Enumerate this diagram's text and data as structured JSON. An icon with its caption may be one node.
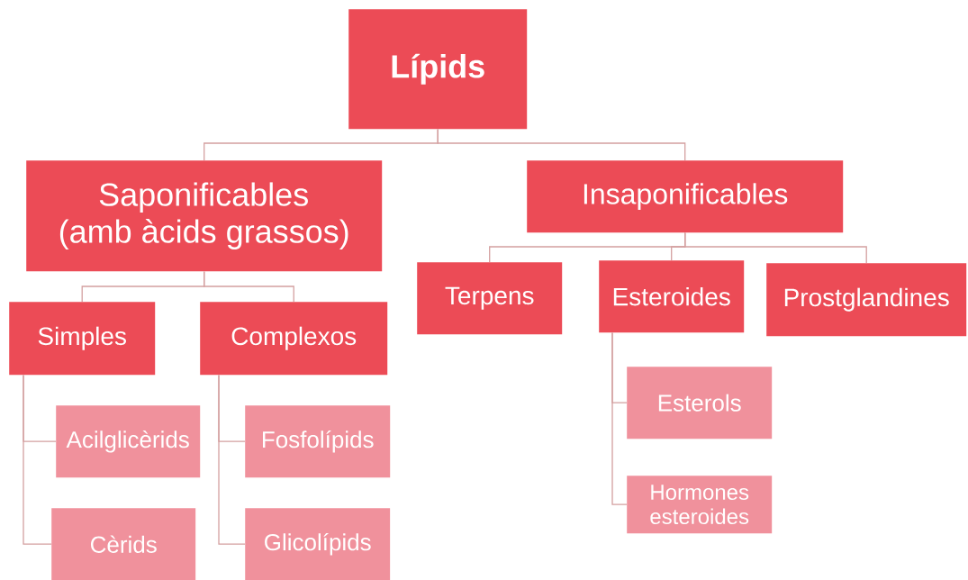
{
  "diagram": {
    "nodes": [
      {
        "text": [
          "Lípids"
        ]
      },
      {
        "text": [
          "Saponificables (amb àcids grassos)"
        ]
      },
      {
        "text": [
          "Insaponificables"
        ]
      },
      {
        "text": [
          "Simples"
        ]
      },
      {
        "text": [
          "Complexos"
        ]
      },
      {
        "text": [
          "Acilglicèrids"
        ]
      },
      {
        "text": [
          "Cèrids"
        ]
      },
      {
        "text": [
          "Fosfolípids"
        ]
      },
      {
        "text": [
          "Glicolípids"
        ]
      },
      {
        "text": [
          "Terpens"
        ]
      },
      {
        "text": [
          "Esteroides"
        ]
      },
      {
        "text": [
          "Prostglandines"
        ]
      },
      {
        "text": [
          "Esterols"
        ]
      },
      {
        "text": [
          "Hormones esteroides"
        ]
      }
    ],
    "edges": [
      {
        "from": 0,
        "to": 1,
        "arrow": "none"
      },
      {
        "from": 0,
        "to": 2,
        "arrow": "none"
      },
      {
        "from": 1,
        "to": 3,
        "arrow": "none"
      },
      {
        "from": 1,
        "to": 4,
        "arrow": "none"
      },
      {
        "from": 3,
        "to": 5,
        "arrow": "none"
      },
      {
        "from": 3,
        "to": 6,
        "arrow": "none"
      },
      {
        "from": 4,
        "to": 7,
        "arrow": "none"
      },
      {
        "from": 4,
        "to": 8,
        "arrow": "none"
      },
      {
        "from": 2,
        "to": 9,
        "arrow": "none"
      },
      {
        "from": 2,
        "to": 10,
        "arrow": "none"
      },
      {
        "from": 2,
        "to": 11,
        "arrow": "none"
      },
      {
        "from": 10,
        "to": 12,
        "arrow": "none"
      },
      {
        "from": 10,
        "to": 13,
        "arrow": "none"
      }
    ]
  }
}
